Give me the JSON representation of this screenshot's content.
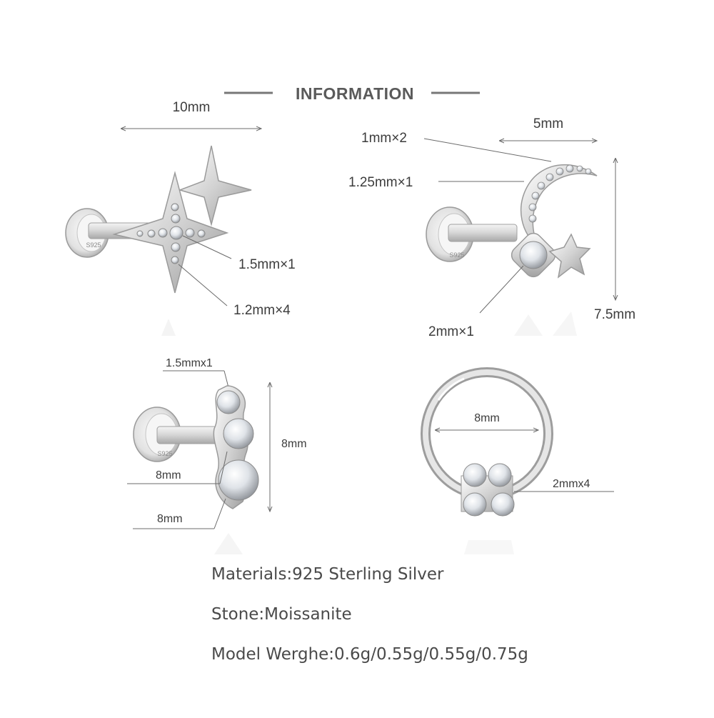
{
  "title": "INFORMATION",
  "dimensions": {
    "star_width": "10mm",
    "star_stone_large": "1.5mm×1",
    "star_stone_small": "1.2mm×4",
    "moon_width": "5mm",
    "moon_stone_a": "1mm×2",
    "moon_stone_b": "1.25mm×1",
    "moon_stone_c": "2mm×1",
    "moon_height": "7.5mm",
    "trio_stone_top": "1.5mmx1",
    "trio_height": "8mm",
    "trio_label_mid": "8mm",
    "trio_label_low": "8mm",
    "ring_diameter": "8mm",
    "ring_stones": "2mmx4"
  },
  "stamps": [
    "S925",
    "S925",
    "S925"
  ],
  "specs": {
    "materials": "Materials:925 Sterling Silver",
    "stone": "Stone:Moissanite",
    "weight": "Model Werghe:0.6g/0.55g/0.55g/0.75g"
  },
  "colors": {
    "line": "#6b6b6b",
    "silver_light": "#f2f2f2",
    "silver_mid": "#c8c8c8",
    "silver_dark": "#8f8f8f",
    "text": "#3c3c3c"
  }
}
